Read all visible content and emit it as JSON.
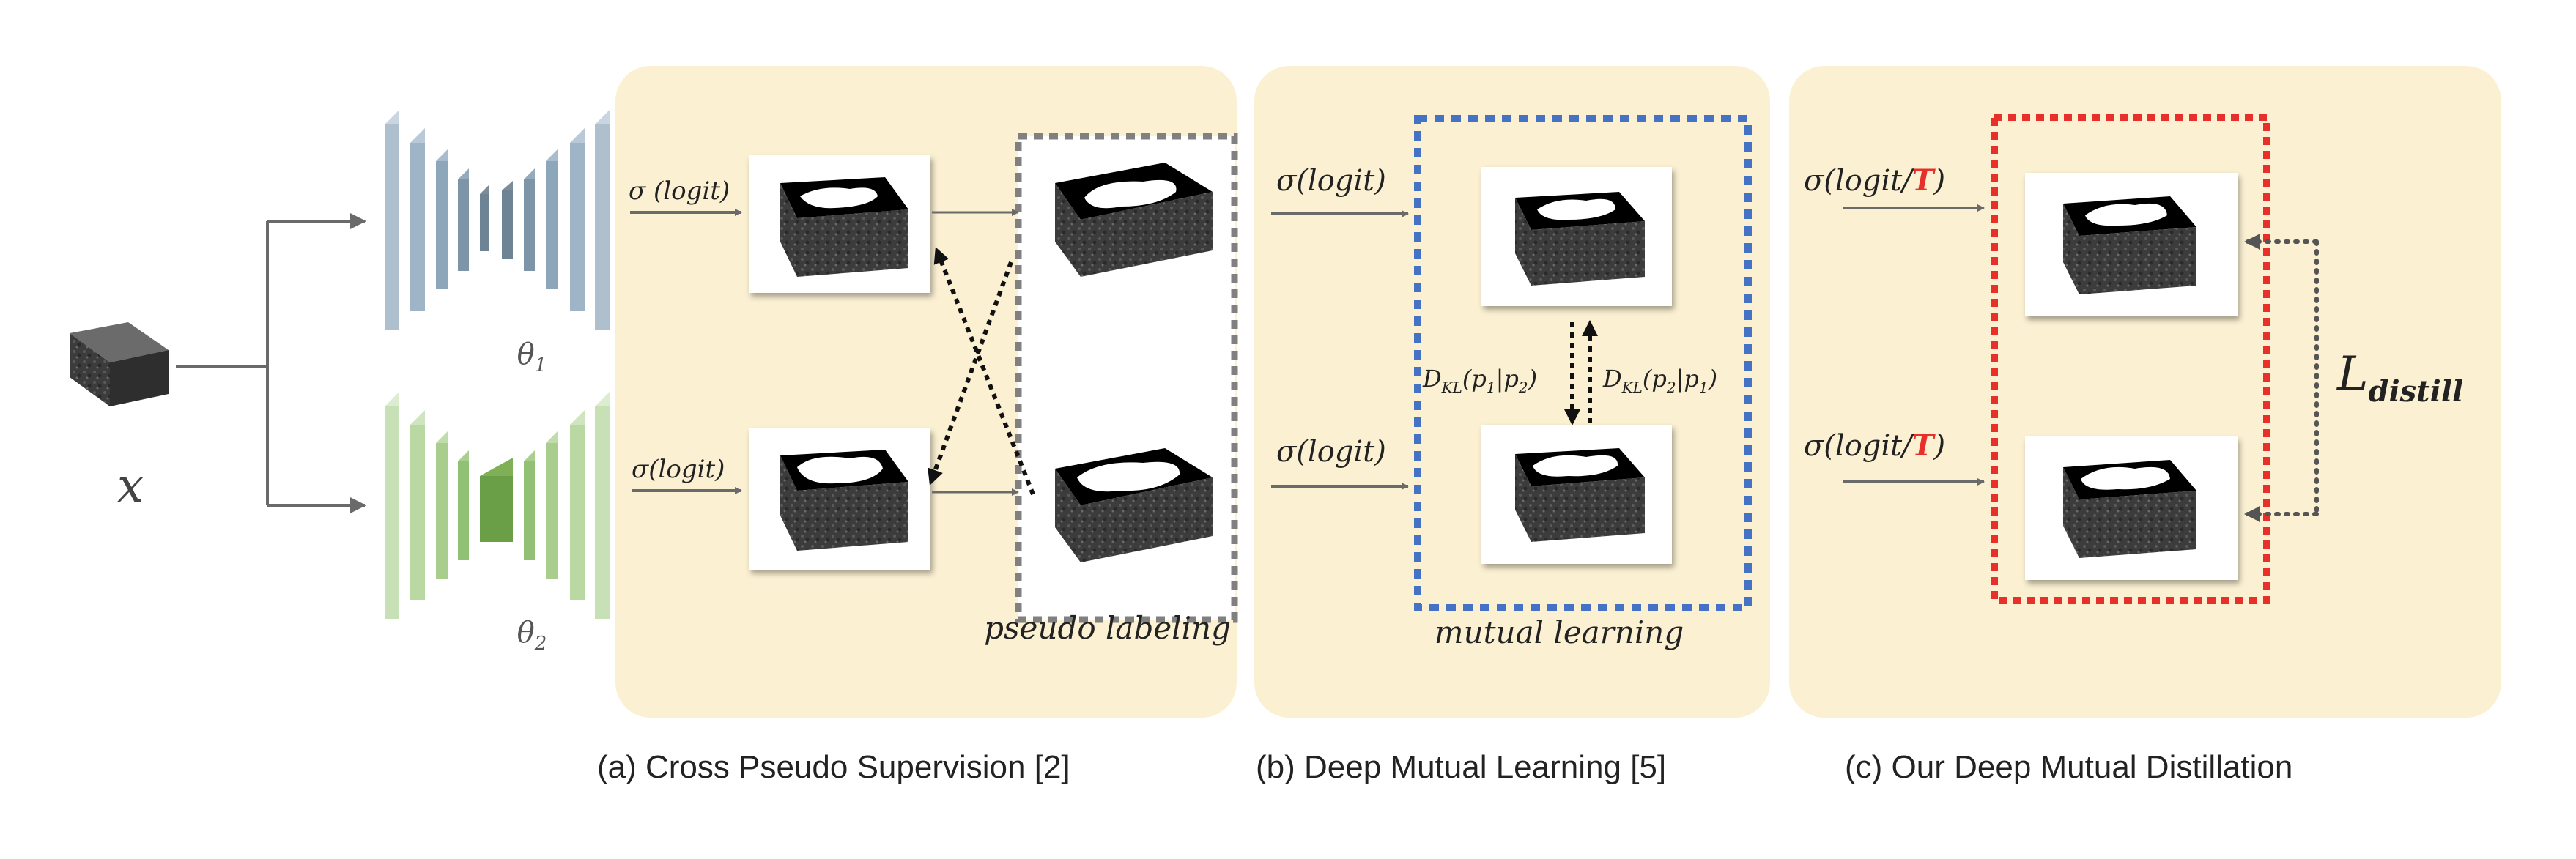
{
  "input": {
    "symbol": "x"
  },
  "networks": [
    {
      "symbol": "θ",
      "subscript": "1"
    },
    {
      "symbol": "θ",
      "subscript": "2"
    }
  ],
  "panel_a": {
    "caption": "(a) Cross Pseudo Supervision",
    "ref": "[2]",
    "input_top": "σ (logit)",
    "input_bottom": "σ(logit)",
    "box_label": "pseudo labeling"
  },
  "panel_b": {
    "caption": "(b) Deep Mutual Learning",
    "ref": "[5]",
    "input_top": "σ(logit)",
    "input_bottom": "σ(logit)",
    "kl_left": {
      "D": "D",
      "sub": "KL",
      "args": "(p",
      "a1": "1",
      "bar": "|p",
      "a2": "2",
      "close": ")"
    },
    "kl_right": {
      "D": "D",
      "sub": "KL",
      "args": "(p",
      "a1": "2",
      "bar": "|p",
      "a2": "1",
      "close": ")"
    },
    "box_label": "mutual learning"
  },
  "panel_c": {
    "caption": "(c) Our Deep Mutual Distillation",
    "input_prefix": "σ(logit/",
    "temperature": "T",
    "input_suffix": ")",
    "loss_symbol": "L",
    "loss_sub": "distill"
  },
  "colors": {
    "panel_bg": "#fbf0d2",
    "net1": "#a9bdd0",
    "net1_dark": "#6e8393",
    "net2": "#c5deb0",
    "net2_dark": "#6a9f47",
    "box_gray": "#808080",
    "box_blue": "#4472c4",
    "box_red": "#e8302a",
    "temperature": "#e8302a"
  }
}
